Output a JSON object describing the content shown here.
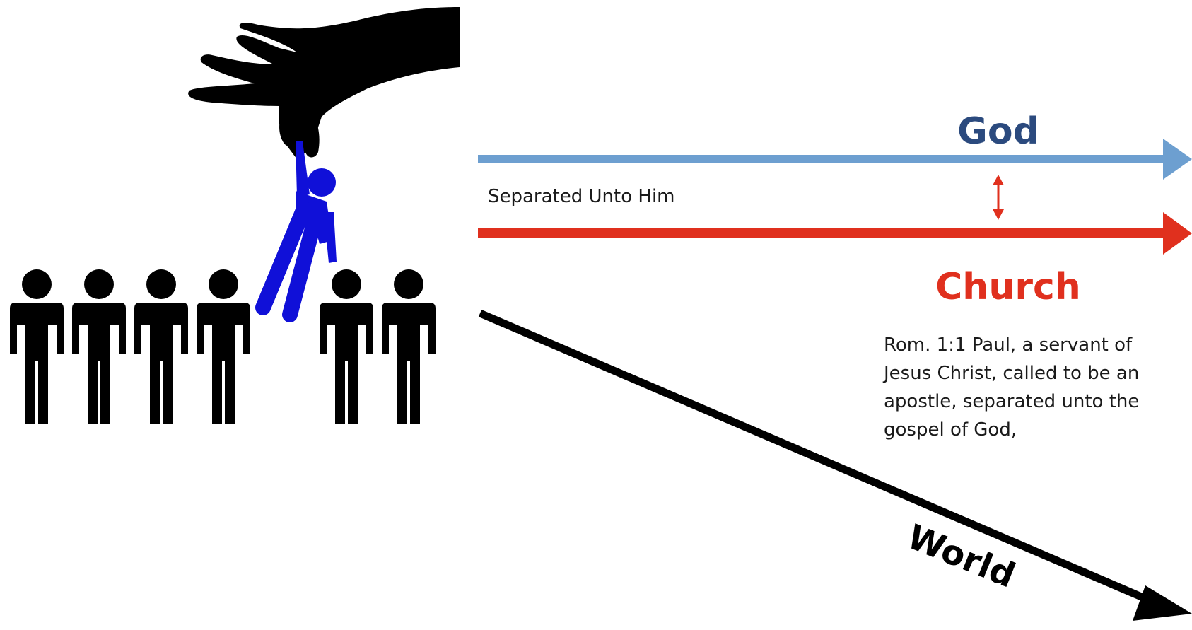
{
  "labels": {
    "god": "God",
    "church": "Church",
    "world": "World",
    "separated": "Separated Unto Him"
  },
  "verse": "Rom. 1:1 Paul, a servant of Jesus Christ, called to be an apostle, separated unto the gospel of God,",
  "colors": {
    "god": "#2b4a7e",
    "god_arrow": "#6d9fd0",
    "church": "#e0301e",
    "world": "#000000",
    "chosen_figure": "#1010d8",
    "crowd": "#000000"
  },
  "icons": {
    "hand": "hand-icon",
    "chosen_person": "person-lifted-icon",
    "crowd": "person-icon",
    "separation": "double-arrow-icon"
  }
}
